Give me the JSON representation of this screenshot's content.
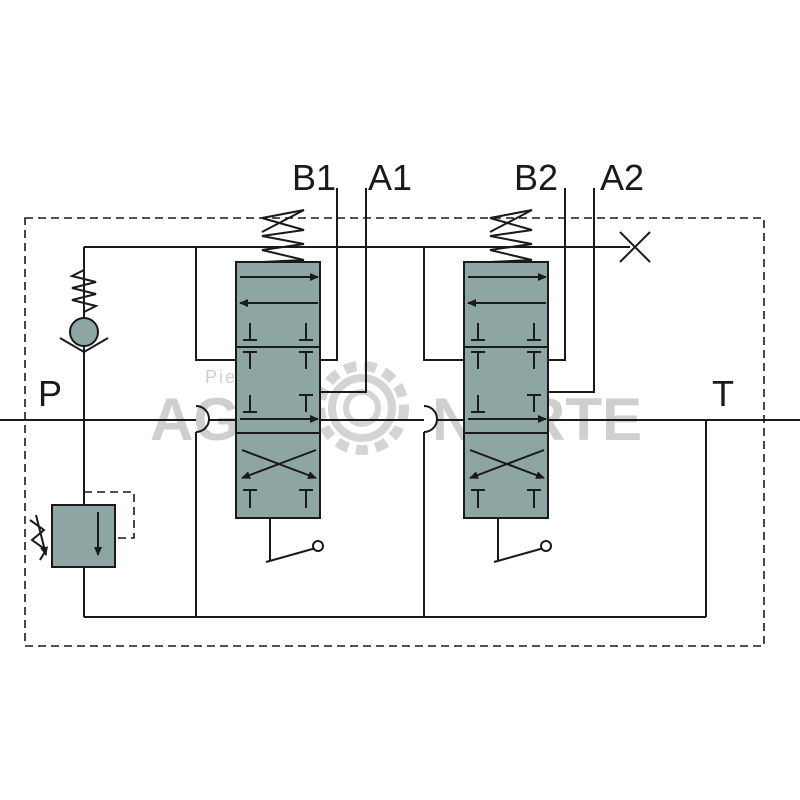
{
  "ports": {
    "p": "P",
    "t": "T",
    "b1": "B1",
    "a1": "A1",
    "b2": "B2",
    "a2": "A2"
  },
  "watermark": {
    "brand_left": "AGRI",
    "brand_right": "NORTE",
    "tagline": "Piese"
  },
  "colors": {
    "valve_fill": "#8ea6a3",
    "line": "#1a1a1a",
    "watermark": "#cfcfcf"
  }
}
